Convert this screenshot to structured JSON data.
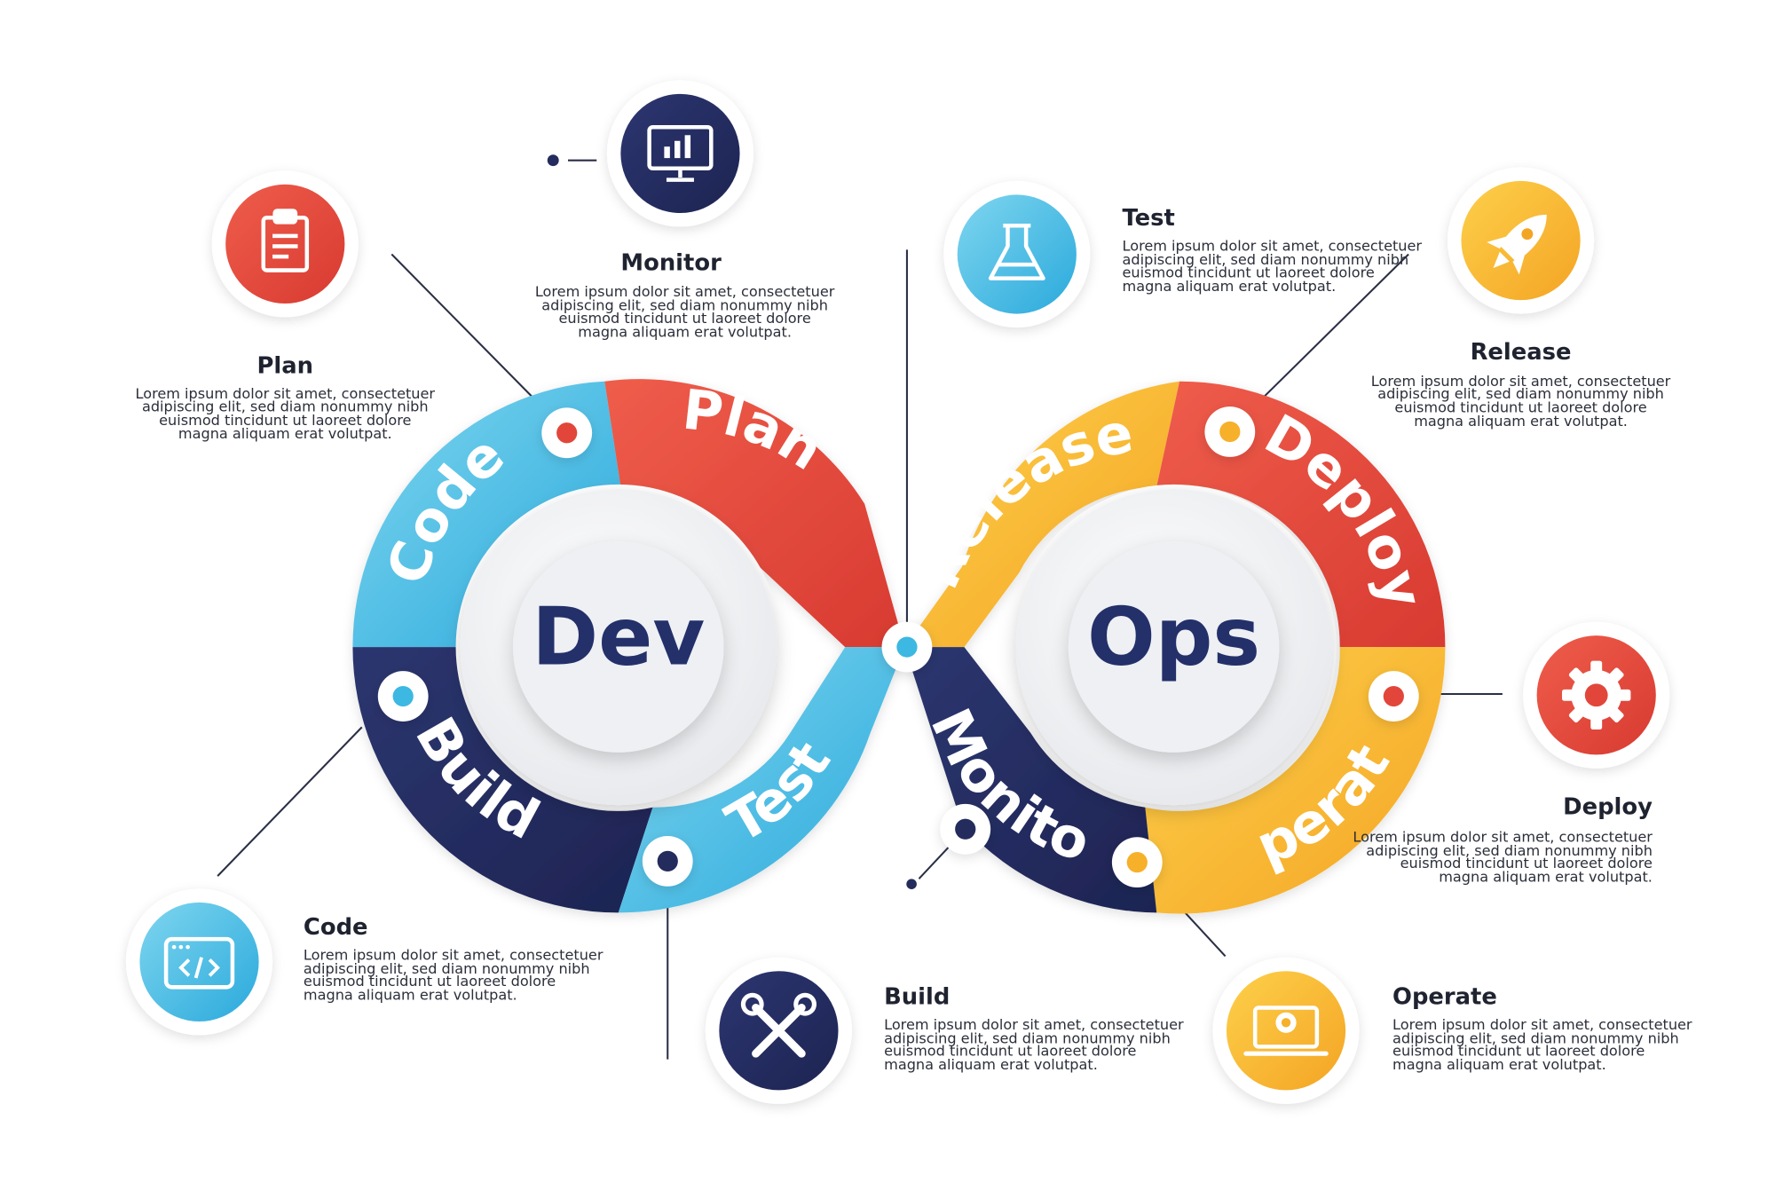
{
  "center": {
    "left": "Dev",
    "right": "Ops"
  },
  "loop_labels": [
    "Plan",
    "Code",
    "Build",
    "Test",
    "Release",
    "Deploy",
    "Operate",
    "Monitor"
  ],
  "steps": {
    "monitor": {
      "title": "Monitor",
      "text": [
        "Lorem ipsum dolor sit amet, consectetuer",
        "adipiscing elit, sed diam nonummy nibh",
        "euismod tincidunt ut laoreet dolore",
        "magna aliquam erat volutpat."
      ]
    },
    "plan": {
      "title": "Plan",
      "text": [
        "Lorem ipsum dolor sit amet, consectetuer",
        "adipiscing elit, sed diam nonummy nibh",
        "euismod tincidunt ut laoreet dolore",
        "magna aliquam erat volutpat."
      ]
    },
    "test": {
      "title": "Test",
      "text": [
        "Lorem ipsum dolor sit amet, consectetuer",
        "adipiscing elit, sed diam nonummy nibh",
        "euismod tincidunt ut laoreet dolore",
        "magna aliquam erat volutpat."
      ]
    },
    "release": {
      "title": "Release",
      "text": [
        "Lorem ipsum dolor sit amet, consectetuer",
        "adipiscing elit, sed diam nonummy nibh",
        "euismod tincidunt ut laoreet dolore",
        "magna aliquam erat volutpat."
      ]
    },
    "deploy": {
      "title": "Deploy",
      "text": [
        "Lorem ipsum dolor sit amet, consectetuer",
        "adipiscing elit, sed diam nonummy nibh",
        "euismod tincidunt ut laoreet dolore",
        "magna aliquam erat volutpat."
      ]
    },
    "code": {
      "title": "Code",
      "text": [
        "Lorem ipsum dolor sit amet, consectetuer",
        "adipiscing elit, sed diam nonummy nibh",
        "euismod tincidunt ut laoreet dolore",
        "magna aliquam erat volutpat."
      ]
    },
    "build": {
      "title": "Build",
      "text": [
        "Lorem ipsum dolor sit amet, consectetuer",
        "adipiscing elit, sed diam nonummy nibh",
        "euismod tincidunt ut laoreet dolore",
        "magna aliquam erat volutpat."
      ]
    },
    "operate": {
      "title": "Operate",
      "text": [
        "Lorem ipsum dolor sit amet, consectetuer",
        "adipiscing elit, sed diam nonummy nibh",
        "euismod tincidunt ut laoreet dolore",
        "magna aliquam erat volutpat."
      ]
    }
  },
  "icons": {
    "plan": "clipboard-icon",
    "monitor": "monitor-chart-icon",
    "test": "flask-icon",
    "release": "rocket-icon",
    "deploy": "gear-icon",
    "code": "code-window-icon",
    "build": "wrench-screwdriver-icon",
    "operate": "laptop-gear-icon"
  },
  "colors": {
    "red": "#e2463a",
    "blue": "#3cb8e2",
    "navy": "#242c5e",
    "yellow": "#f6b02a"
  }
}
